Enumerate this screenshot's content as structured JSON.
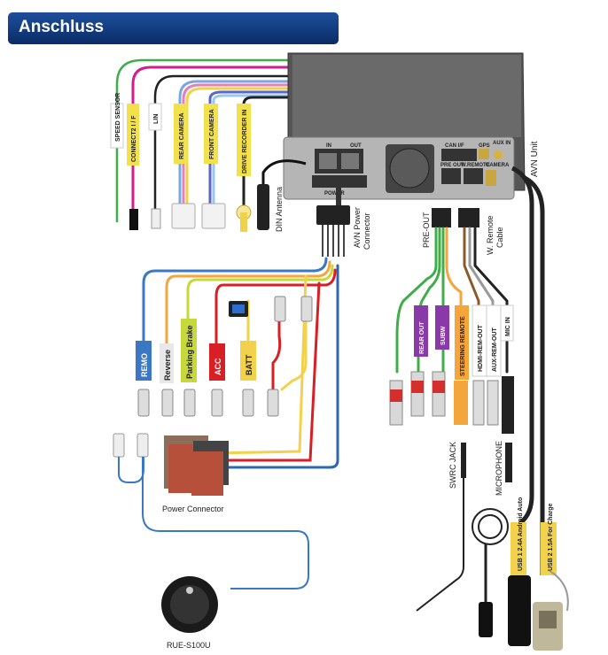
{
  "header": {
    "title": "Anschluss"
  },
  "unit_labels": {
    "avn_unit": "AVN Unit",
    "port_in": "IN",
    "port_out": "OUT",
    "port_power": "POWER",
    "port_can": "CAN I/F",
    "port_gps": "GPS",
    "port_aux": "AUX IN",
    "port_preout": "PRE OUT",
    "port_wremote": "W.REMOTE",
    "port_camera": "CAMERA"
  },
  "top_harness_labels": [
    "SPEED SENSOR",
    "CONNECT2 I / F",
    "LIN",
    "REAR CAMERA",
    "FRONT CAMERA",
    "DRIVE RECORDER IN"
  ],
  "connectors": {
    "din_antenna": "DIN Antenna",
    "avn_power": "AVN Power Connector",
    "pre_out": "PRE-OUT",
    "w_remote": "W. Remote Cable"
  },
  "power_wires": [
    "REMO",
    "Reverse",
    "Parking Brake",
    "ACC",
    "BATT"
  ],
  "power_connector": "Power Connector",
  "preout_cables": [
    "REAR OUT",
    "SUBW",
    "STEERING REMOTE",
    "HDMI-REM-OUT",
    "AUX-REM-OUT",
    "MIC IN"
  ],
  "bottom_labels": {
    "swrc_jack": "SWRC JACK",
    "microphone": "MICROPHONE",
    "usb1": "USB 1   2.4A Android Auto",
    "usb2": "USB 2  1.5A For Charge",
    "rue": "RUE-S100U"
  }
}
